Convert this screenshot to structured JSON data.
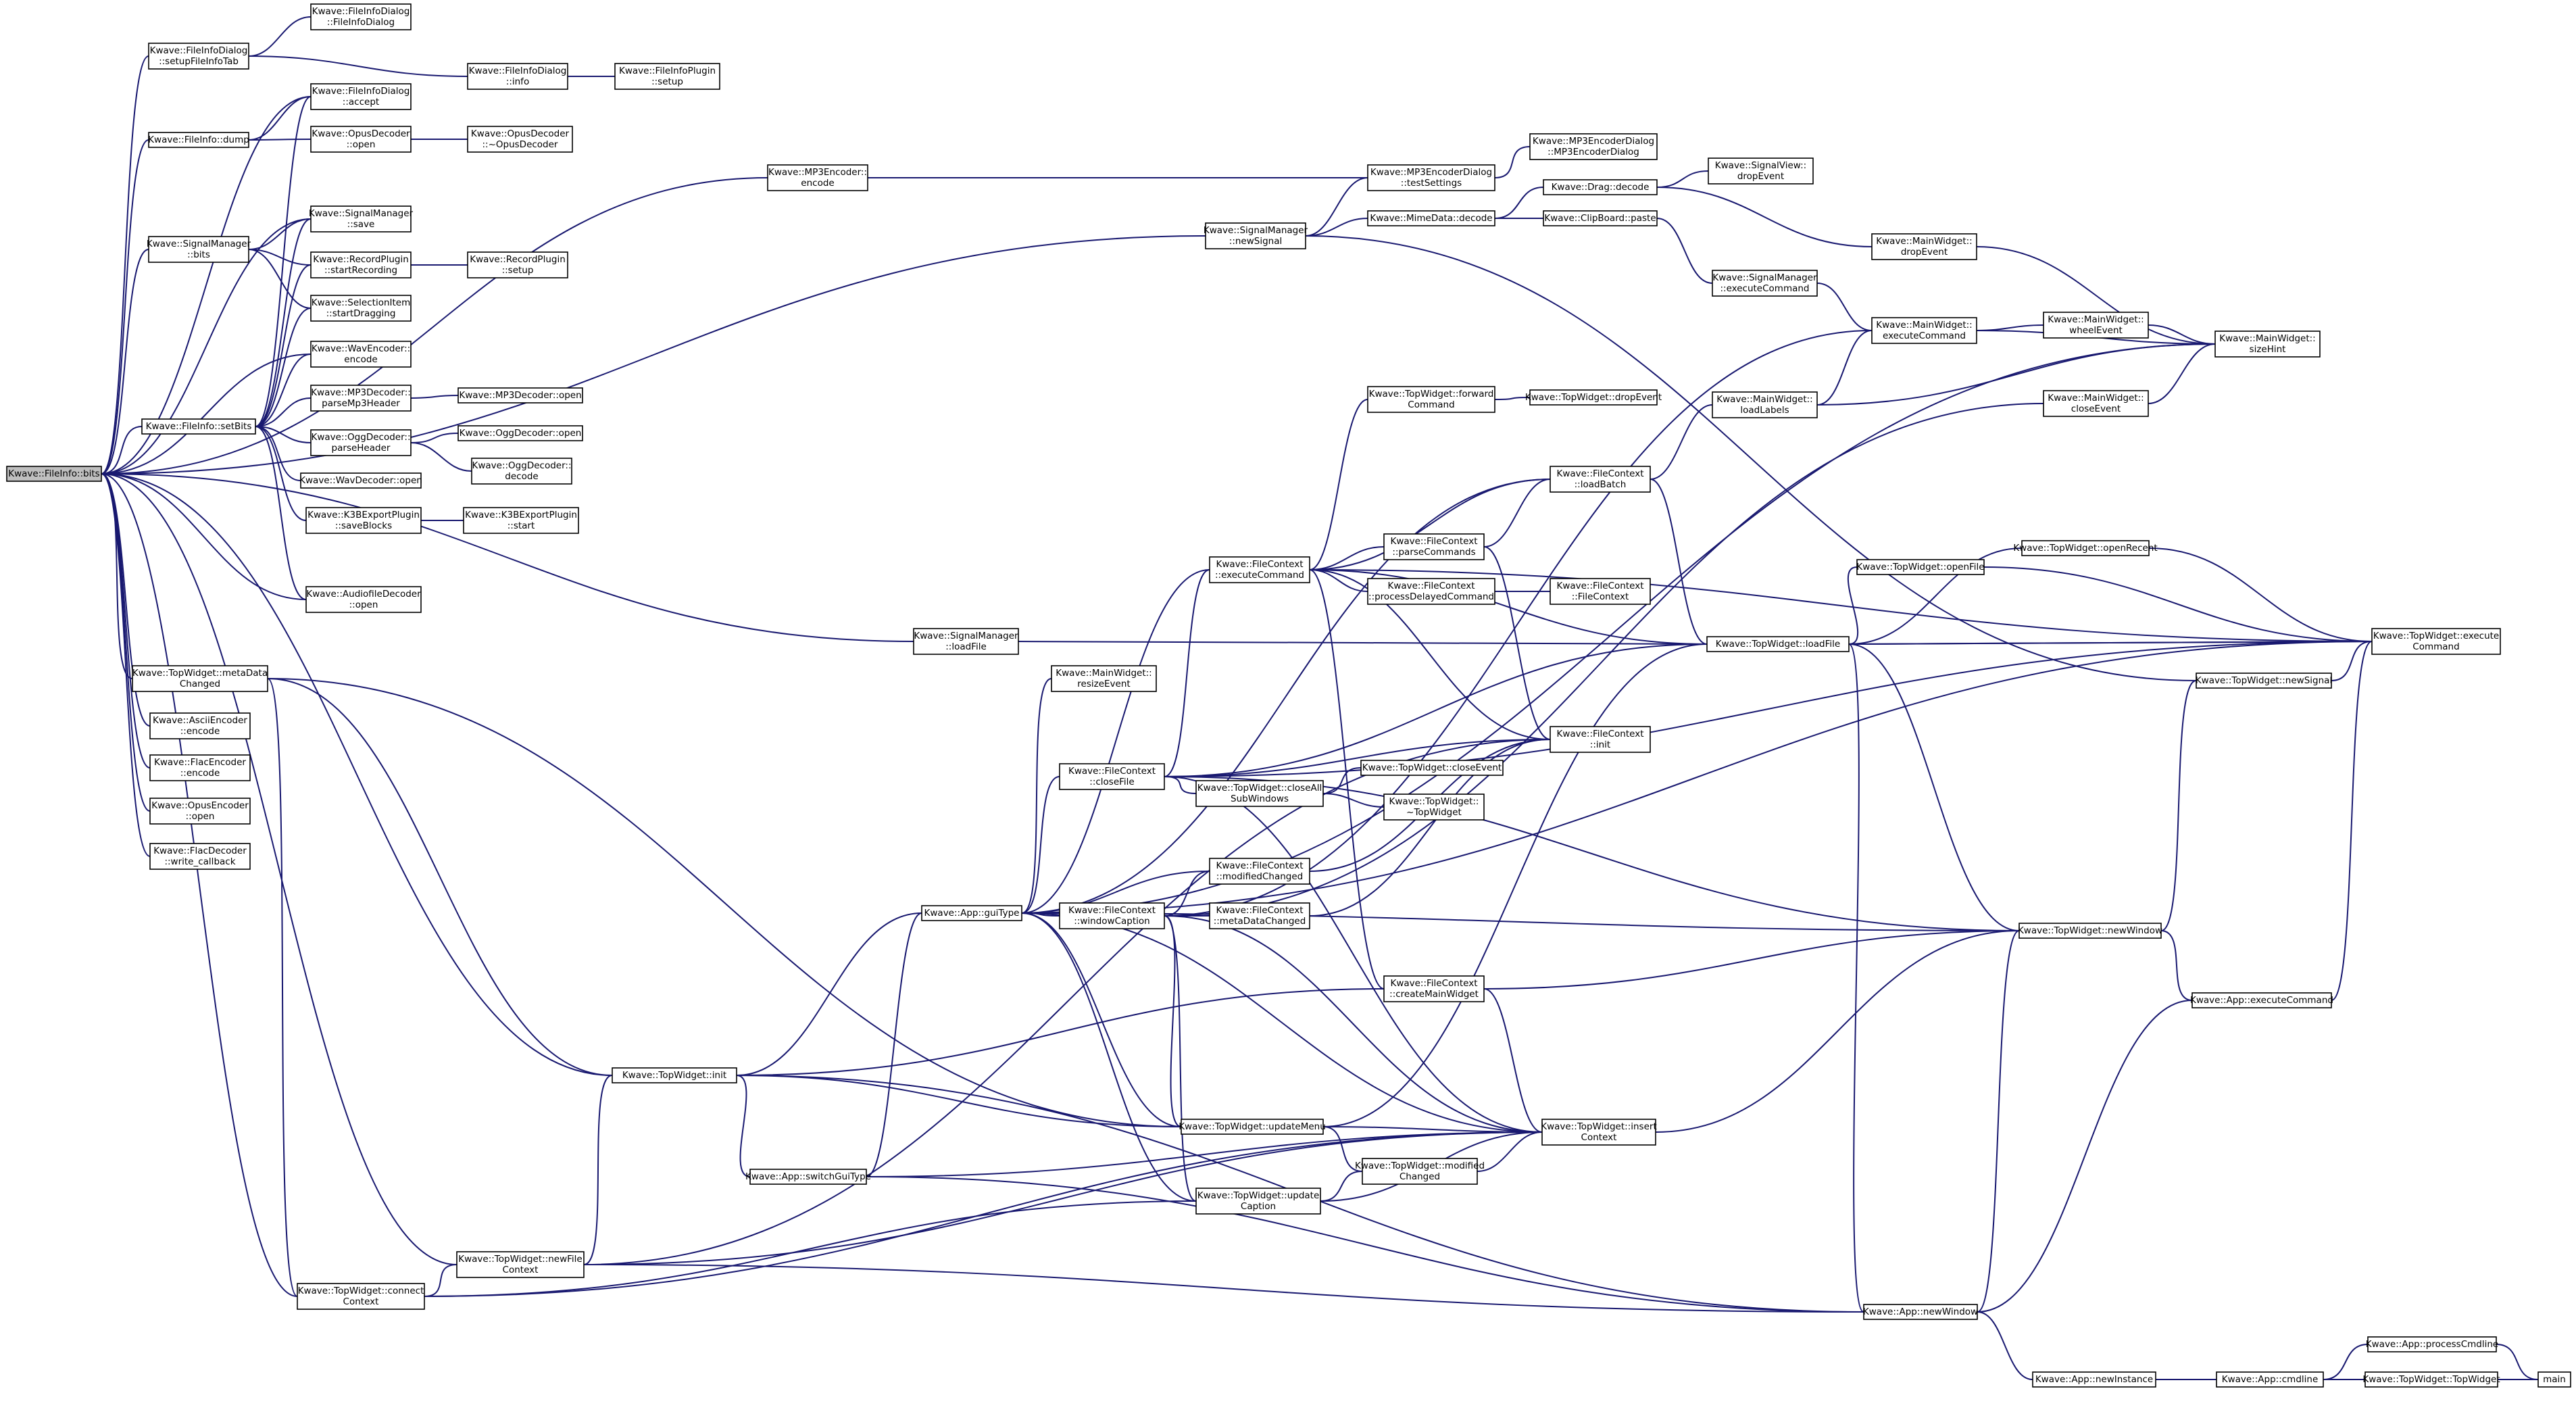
{
  "graph": {
    "edge_color": "#191970",
    "focus_fill": "#bfbfbf",
    "nodes": [
      {
        "id": "root",
        "lines": [
          "Kwave::FileInfo::bits"
        ],
        "focus": true
      },
      {
        "id": "fid_setupFileInfoTab",
        "lines": [
          "Kwave::FileInfoDialog",
          "::setupFileInfoTab"
        ]
      },
      {
        "id": "fid_ctor",
        "lines": [
          "Kwave::FileInfoDialog",
          "::FileInfoDialog"
        ]
      },
      {
        "id": "fid_info",
        "lines": [
          "Kwave::FileInfoDialog",
          "::info"
        ]
      },
      {
        "id": "fip_setup",
        "lines": [
          "Kwave::FileInfoPlugin",
          "::setup"
        ]
      },
      {
        "id": "fi_dump",
        "lines": [
          "Kwave::FileInfo::dump"
        ]
      },
      {
        "id": "fid_accept",
        "lines": [
          "Kwave::FileInfoDialog",
          "::accept"
        ]
      },
      {
        "id": "opusdec_open",
        "lines": [
          "Kwave::OpusDecoder",
          "::open"
        ]
      },
      {
        "id": "opusdec_dtor",
        "lines": [
          "Kwave::OpusDecoder",
          "::~OpusDecoder"
        ]
      },
      {
        "id": "mp3enc_encode",
        "lines": [
          "Kwave::MP3Encoder::",
          "encode"
        ]
      },
      {
        "id": "mp3dlg_test",
        "lines": [
          "Kwave::MP3EncoderDialog",
          "::testSettings"
        ]
      },
      {
        "id": "mp3dlg_ctor",
        "lines": [
          "Kwave::MP3EncoderDialog",
          "::MP3EncoderDialog"
        ]
      },
      {
        "id": "sm_save",
        "lines": [
          "Kwave::SignalManager",
          "::save"
        ]
      },
      {
        "id": "sm_bits",
        "lines": [
          "Kwave::SignalManager",
          "::bits"
        ]
      },
      {
        "id": "rp_start",
        "lines": [
          "Kwave::RecordPlugin",
          "::startRecording"
        ]
      },
      {
        "id": "rp_setup",
        "lines": [
          "Kwave::RecordPlugin",
          "::setup"
        ]
      },
      {
        "id": "si_drag",
        "lines": [
          "Kwave::SelectionItem",
          "::startDragging"
        ]
      },
      {
        "id": "sm_newSignal",
        "lines": [
          "Kwave::SignalManager",
          "::newSignal"
        ]
      },
      {
        "id": "md_decode",
        "lines": [
          "Kwave::MimeData::decode"
        ]
      },
      {
        "id": "drag_decode",
        "lines": [
          "Kwave::Drag::decode"
        ]
      },
      {
        "id": "sv_drop",
        "lines": [
          "Kwave::SignalView::",
          "dropEvent"
        ]
      },
      {
        "id": "cb_paste",
        "lines": [
          "Kwave::ClipBoard::paste"
        ]
      },
      {
        "id": "mw_drop",
        "lines": [
          "Kwave::MainWidget::",
          "dropEvent"
        ]
      },
      {
        "id": "sm_exec",
        "lines": [
          "Kwave::SignalManager",
          "::executeCommand"
        ]
      },
      {
        "id": "wav_encode",
        "lines": [
          "Kwave::WavEncoder::",
          "encode"
        ]
      },
      {
        "id": "fi_setBits",
        "lines": [
          "Kwave::FileInfo::setBits"
        ]
      },
      {
        "id": "mp3dec_parse",
        "lines": [
          "Kwave::MP3Decoder::",
          "parseMp3Header"
        ]
      },
      {
        "id": "mp3dec_open",
        "lines": [
          "Kwave::MP3Decoder::open"
        ]
      },
      {
        "id": "oggdec_parse",
        "lines": [
          "Kwave::OggDecoder::",
          "parseHeader"
        ]
      },
      {
        "id": "oggdec_open",
        "lines": [
          "Kwave::OggDecoder::open"
        ]
      },
      {
        "id": "oggdec_decode",
        "lines": [
          "Kwave::OggDecoder::",
          "decode"
        ]
      },
      {
        "id": "wavdec_open",
        "lines": [
          "Kwave::WavDecoder::open"
        ]
      },
      {
        "id": "k3b_save",
        "lines": [
          "Kwave::K3BExportPlugin",
          "::saveBlocks"
        ]
      },
      {
        "id": "k3b_start",
        "lines": [
          "Kwave::K3BExportPlugin",
          "::start"
        ]
      },
      {
        "id": "afd_open",
        "lines": [
          "Kwave::AudiofileDecoder",
          "::open"
        ]
      },
      {
        "id": "mw_exec",
        "lines": [
          "Kwave::MainWidget::",
          "executeCommand"
        ]
      },
      {
        "id": "mw_wheel",
        "lines": [
          "Kwave::MainWidget::",
          "wheelEvent"
        ]
      },
      {
        "id": "mw_size",
        "lines": [
          "Kwave::MainWidget::",
          "sizeHint"
        ]
      },
      {
        "id": "tw_fwd",
        "lines": [
          "Kwave::TopWidget::forward",
          "Command"
        ]
      },
      {
        "id": "tw_drop",
        "lines": [
          "Kwave::TopWidget::dropEvent"
        ]
      },
      {
        "id": "mw_loadLabels",
        "lines": [
          "Kwave::MainWidget::",
          "loadLabels"
        ]
      },
      {
        "id": "mw_close",
        "lines": [
          "Kwave::MainWidget::",
          "closeEvent"
        ]
      },
      {
        "id": "fc_loadBatch",
        "lines": [
          "Kwave::FileContext",
          "::loadBatch"
        ]
      },
      {
        "id": "fc_parse",
        "lines": [
          "Kwave::FileContext",
          "::parseCommands"
        ]
      },
      {
        "id": "fc_exec",
        "lines": [
          "Kwave::FileContext",
          "::executeCommand"
        ]
      },
      {
        "id": "fc_pdc",
        "lines": [
          "Kwave::FileContext",
          "::processDelayedCommand"
        ]
      },
      {
        "id": "fc_ctor",
        "lines": [
          "Kwave::FileContext",
          "::FileContext"
        ]
      },
      {
        "id": "tw_openRecent",
        "lines": [
          "Kwave::TopWidget::openRecent"
        ]
      },
      {
        "id": "tw_openFile",
        "lines": [
          "Kwave::TopWidget::openFile"
        ]
      },
      {
        "id": "sm_loadFile",
        "lines": [
          "Kwave::SignalManager",
          "::loadFile"
        ]
      },
      {
        "id": "tw_loadFile",
        "lines": [
          "Kwave::TopWidget::loadFile"
        ]
      },
      {
        "id": "tw_execute",
        "lines": [
          "Kwave::TopWidget::execute",
          "Command"
        ]
      },
      {
        "id": "tw_newSignal",
        "lines": [
          "Kwave::TopWidget::newSignal"
        ]
      },
      {
        "id": "tw_mdc",
        "lines": [
          "Kwave::TopWidget::metaData",
          "Changed"
        ]
      },
      {
        "id": "mw_resize",
        "lines": [
          "Kwave::MainWidget::",
          "resizeEvent"
        ]
      },
      {
        "id": "fc_init",
        "lines": [
          "Kwave::FileContext",
          "::init"
        ]
      },
      {
        "id": "ascii_encode",
        "lines": [
          "Kwave::AsciiEncoder",
          "::encode"
        ]
      },
      {
        "id": "flac_encode",
        "lines": [
          "Kwave::FlacEncoder",
          "::encode"
        ]
      },
      {
        "id": "fc_closeFile",
        "lines": [
          "Kwave::FileContext",
          "::closeFile"
        ]
      },
      {
        "id": "tw_closeAll",
        "lines": [
          "Kwave::TopWidget::closeAll",
          "SubWindows"
        ]
      },
      {
        "id": "tw_closeEvent",
        "lines": [
          "Kwave::TopWidget::closeEvent"
        ]
      },
      {
        "id": "tw_dtor",
        "lines": [
          "Kwave::TopWidget::",
          "~TopWidget"
        ]
      },
      {
        "id": "opusenc_open",
        "lines": [
          "Kwave::OpusEncoder",
          "::open"
        ]
      },
      {
        "id": "flacdec_write",
        "lines": [
          "Kwave::FlacDecoder",
          "::write_callback"
        ]
      },
      {
        "id": "fc_modified",
        "lines": [
          "Kwave::FileContext",
          "::modifiedChanged"
        ]
      },
      {
        "id": "app_guiType",
        "lines": [
          "Kwave::App::guiType"
        ]
      },
      {
        "id": "fc_winCaption",
        "lines": [
          "Kwave::FileContext",
          "::windowCaption"
        ]
      },
      {
        "id": "fc_mdc",
        "lines": [
          "Kwave::FileContext",
          "::metaDataChanged"
        ]
      },
      {
        "id": "tw_newWindow",
        "lines": [
          "Kwave::TopWidget::newWindow"
        ]
      },
      {
        "id": "fc_createMW",
        "lines": [
          "Kwave::FileContext",
          "::createMainWidget"
        ]
      },
      {
        "id": "app_exec",
        "lines": [
          "Kwave::App::executeCommand"
        ]
      },
      {
        "id": "tw_init",
        "lines": [
          "Kwave::TopWidget::init"
        ]
      },
      {
        "id": "tw_updateMenu",
        "lines": [
          "Kwave::TopWidget::updateMenu"
        ]
      },
      {
        "id": "tw_insertCtx",
        "lines": [
          "Kwave::TopWidget::insert",
          "Context"
        ]
      },
      {
        "id": "tw_modified",
        "lines": [
          "Kwave::TopWidget::modified",
          "Changed"
        ]
      },
      {
        "id": "app_switch",
        "lines": [
          "Kwave::App::switchGuiType"
        ]
      },
      {
        "id": "tw_updateCaption",
        "lines": [
          "Kwave::TopWidget::update",
          "Caption"
        ]
      },
      {
        "id": "tw_newFileCtx",
        "lines": [
          "Kwave::TopWidget::newFile",
          "Context"
        ]
      },
      {
        "id": "tw_connectCtx",
        "lines": [
          "Kwave::TopWidget::connect",
          "Context"
        ]
      },
      {
        "id": "app_newWindow",
        "lines": [
          "Kwave::App::newWindow"
        ]
      },
      {
        "id": "app_processCmdline",
        "lines": [
          "Kwave::App::processCmdline"
        ]
      },
      {
        "id": "app_newInstance",
        "lines": [
          "Kwave::App::newInstance"
        ]
      },
      {
        "id": "app_cmdline",
        "lines": [
          "Kwave::App::cmdline"
        ]
      },
      {
        "id": "tw_ctor",
        "lines": [
          "Kwave::TopWidget::TopWidget"
        ]
      },
      {
        "id": "main",
        "lines": [
          "main"
        ]
      }
    ]
  }
}
